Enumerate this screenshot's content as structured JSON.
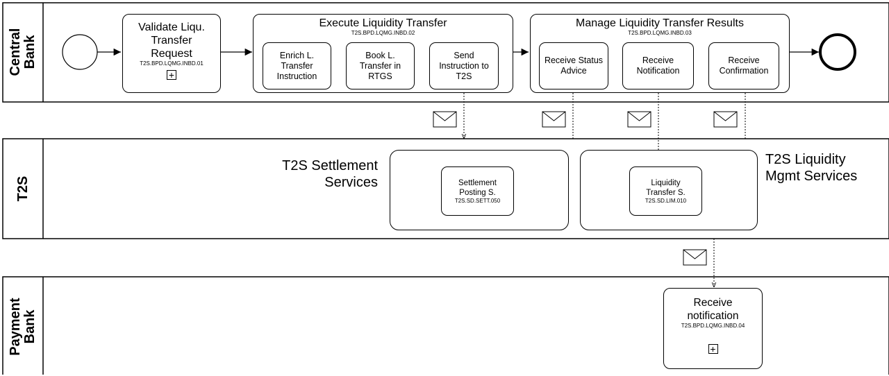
{
  "lanes": {
    "central_bank": "Central Bank",
    "t2s": "T2S",
    "payment_bank": "Payment Bank"
  },
  "tasks": {
    "validate": {
      "label": "Validate Liqu. Transfer Request",
      "code": "T2S.BPD.LQMG.INBD.01",
      "marker": "+"
    },
    "execute": {
      "label": "Execute Liquidity Transfer",
      "code": "T2S.BPD.LQMG.INBD.02"
    },
    "enrich": {
      "label": "Enrich L. Transfer Instruction"
    },
    "book": {
      "label": "Book L. Transfer in RTGS"
    },
    "send": {
      "label": "Send Instruction to T2S"
    },
    "manage": {
      "label": "Manage Liquidity Transfer Results",
      "code": "T2S.BPD.LQMG.INBD.03"
    },
    "status_advice": {
      "label": "Receive Status Advice"
    },
    "notification": {
      "label": "Receive Notification"
    },
    "confirmation": {
      "label": "Receive Confirmation"
    },
    "settlement_posting": {
      "label": "Settlement Posting S.",
      "code": "T2S.SD.SETT.050"
    },
    "liquidity_transfer": {
      "label": "Liquidity Transfer S.",
      "code": "T2S.SD.LIM.010"
    },
    "receive_notification": {
      "label": "Receive notification",
      "code": "T2S.BPD.LQMG.INBD.04",
      "marker": "+"
    }
  },
  "groups": {
    "settlement_services": "T2S Settlement Services",
    "liquidity_services": "T2S Liquidity Mgmt Services"
  },
  "message_icons": [
    "envelope-icon",
    "envelope-icon",
    "envelope-icon",
    "envelope-icon",
    "envelope-icon"
  ]
}
